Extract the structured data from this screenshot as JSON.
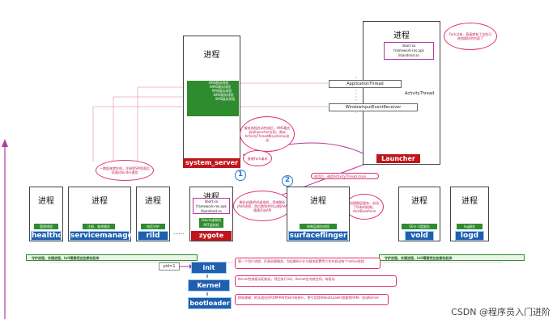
{
  "process_label": "进程",
  "top": {
    "system_server_label": "system_server",
    "system_services": [
      "AMS服务线程",
      "WMS服务线程",
      "PMS服务线程",
      "DMS服务线程",
      "SMS服务线程"
    ],
    "launcher_label": "Launcher",
    "launcher_libs": [
      "libart.so",
      "framework-res.apk",
      "libandroid.so"
    ],
    "activity_thread": "ActivityThread",
    "application_thread": "ApplicationThread",
    "window_input_receiver": "WindowInputEventReceiver"
  },
  "notes": {
    "launcher_fork": "Fork过来，直接就有了这些已经加载好的内容了",
    "ams_start": "服务线程启动完成后，AMS最先启动launcher应用，类似ActivityThread和systemui启动",
    "zygote_fork": "接收Fork请求",
    "activity_main": "成功后，调用ActivityThread.main",
    "zygote_desc": "孵化创建JAVA虚拟机，用来解析JAVA进程，然后跑到并列以便JAVA通通开启API",
    "servicemanager_desc": "一跑起来就在线，注册到SM里面后续通过binder通信",
    "surfaceflinger_desc": "创建图层服务，启动了所有的绘制，startBootAnim",
    "init_desc": "第一个用户进程，负责创建服务，包括解析init.rc服务配置等工作并启动各个native进程",
    "kernel_desc": "Kernel完成驱动初始化，然后执行init，Kernel在内核空间，有驱动",
    "bootloader_desc": "按电源键，把从固化在ROM中的代码开始执行，把引导程序BootLoader加载到RAM，启动Kernel"
  },
  "native_processes": [
    {
      "name": "healthd",
      "service": "管理线程"
    },
    {
      "name": "servicemanager",
      "service": "注册、查询服务"
    },
    {
      "name": "rild",
      "service": "电话守护"
    },
    {
      "name": "zygote",
      "service": "Dalvik虚拟机 ART虚拟机"
    },
    {
      "name": "surfaceflinger",
      "service": "绘制层服务线程"
    },
    {
      "name": "vold",
      "service": "SD卡 U盘服务"
    },
    {
      "name": "logd",
      "service": "log服务"
    }
  ],
  "zygote_libs": [
    "libart.so",
    "framework-res.apk",
    "libandroid.so"
  ],
  "guard_strip": "守护进程，关键进程，init需要把这些都拉起来",
  "guard_strip_right": "守护进程，关键进程，init需要把这些都拉起来",
  "pid_label": "pid=1",
  "init_label": "init",
  "kernel_label": "Kernel",
  "bootloader_label": "bootloader",
  "step1": "1",
  "step2": "2",
  "ellipsis": "......",
  "watermark": "CSDN @程序员入门进阶"
}
